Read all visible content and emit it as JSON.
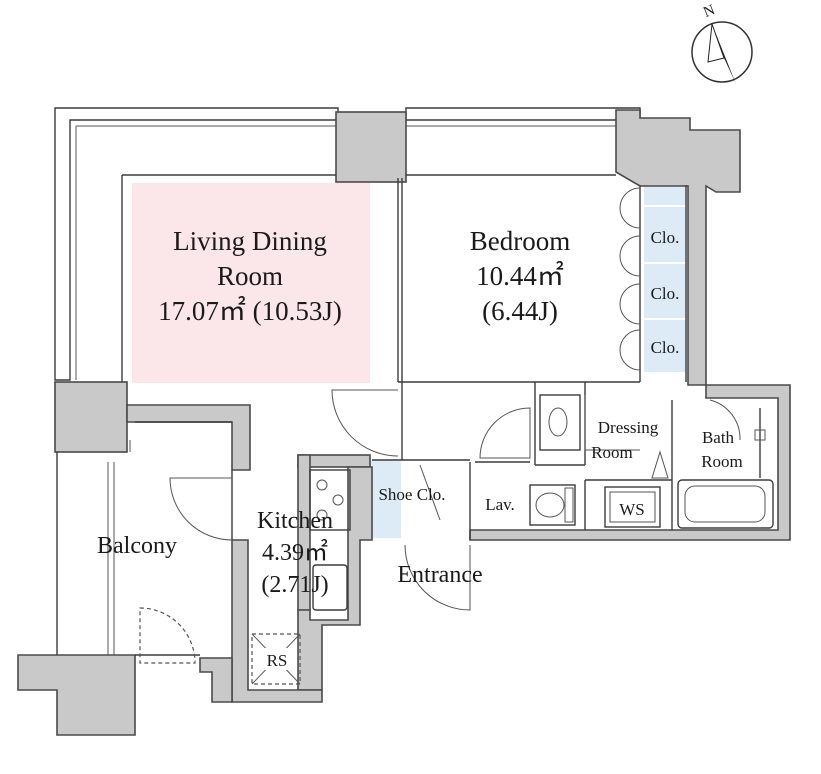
{
  "rooms": {
    "living": {
      "name_line1": "Living Dining",
      "name_line2": "Room",
      "area": "17.07㎡ (10.53J)"
    },
    "bedroom": {
      "name": "Bedroom",
      "area": "10.44㎡",
      "jyo": "(6.44J)"
    },
    "kitchen": {
      "name": "Kitchen",
      "area": "4.39㎡",
      "jyo": "(2.71J)"
    },
    "balcony": {
      "name": "Balcony"
    },
    "entrance": {
      "name": "Entrance"
    },
    "dressing": {
      "name_line1": "Dressing",
      "name_line2": "Room"
    },
    "bath": {
      "name_line1": "Bath",
      "name_line2": "Room"
    },
    "lav": {
      "name": "Lav."
    },
    "shoe_closet": {
      "name": "Shoe Clo."
    }
  },
  "closets": [
    "Clo.",
    "Clo.",
    "Clo."
  ],
  "fixtures": {
    "ws": "WS",
    "rs": "RS"
  },
  "compass": {
    "label": "N"
  },
  "colors": {
    "living_fill": "#fbe7ea",
    "closet_fill": "#dcebf6",
    "wall_fill": "#c9c9c9"
  }
}
